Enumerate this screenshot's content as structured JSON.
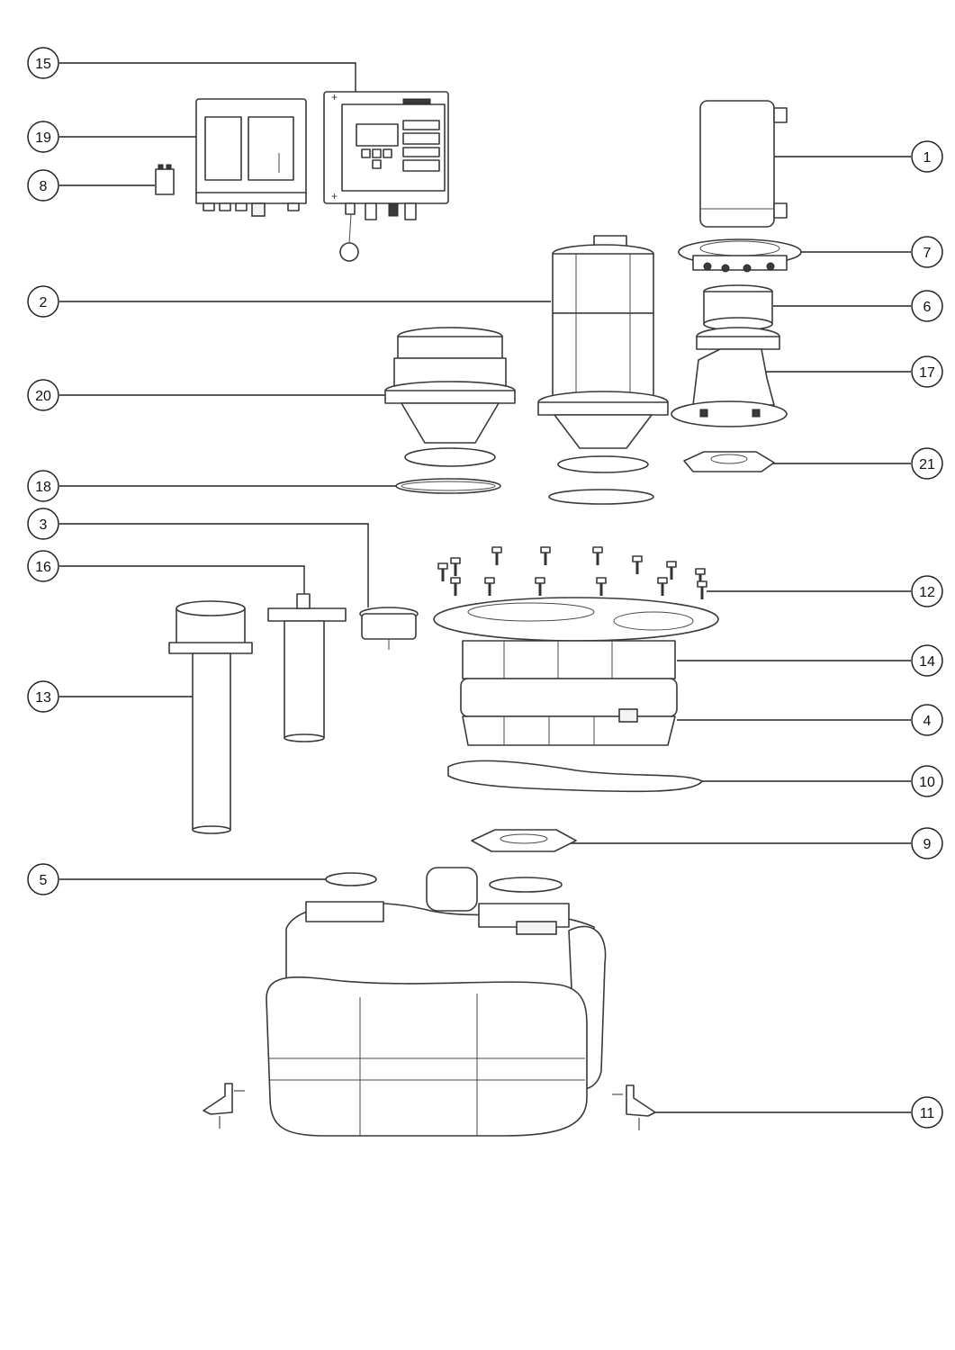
{
  "callouts": [
    {
      "id": "15",
      "label": "15"
    },
    {
      "id": "19",
      "label": "19"
    },
    {
      "id": "8",
      "label": "8"
    },
    {
      "id": "1",
      "label": "1"
    },
    {
      "id": "7",
      "label": "7"
    },
    {
      "id": "2",
      "label": "2"
    },
    {
      "id": "6",
      "label": "6"
    },
    {
      "id": "17",
      "label": "17"
    },
    {
      "id": "20",
      "label": "20"
    },
    {
      "id": "21",
      "label": "21"
    },
    {
      "id": "18",
      "label": "18"
    },
    {
      "id": "3",
      "label": "3"
    },
    {
      "id": "16",
      "label": "16"
    },
    {
      "id": "12",
      "label": "12"
    },
    {
      "id": "14",
      "label": "14"
    },
    {
      "id": "13",
      "label": "13"
    },
    {
      "id": "4",
      "label": "4"
    },
    {
      "id": "10",
      "label": "10"
    },
    {
      "id": "9",
      "label": "9"
    },
    {
      "id": "5",
      "label": "5"
    },
    {
      "id": "11",
      "label": "11"
    }
  ]
}
